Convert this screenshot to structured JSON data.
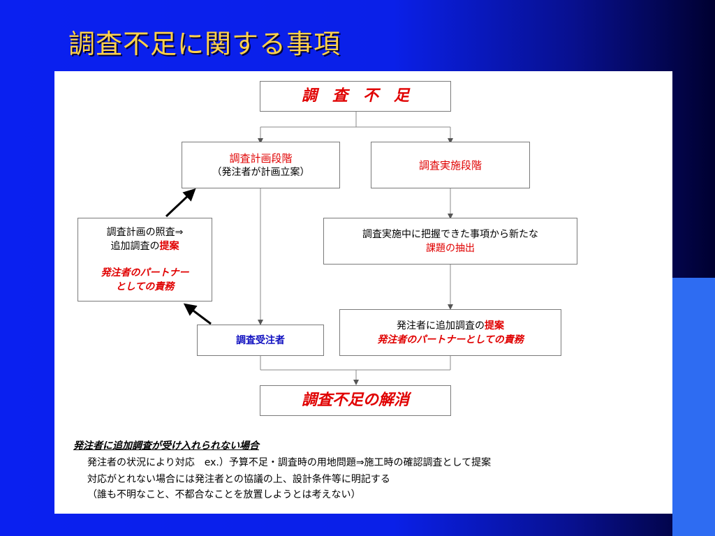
{
  "title": "調査不足に関する事項",
  "diagram": {
    "top": "調　査　不　足",
    "plan_stage": {
      "label": "調査計画段階",
      "sub": "（発注者が計画立案）"
    },
    "exec_stage": {
      "label": "調査実施段階"
    },
    "left_box": {
      "line1": "調査計画の照査⇒",
      "line2_prefix": "追加調査の",
      "line2_red": "提案",
      "line3": "発注者のパートナー",
      "line4": "としての責務"
    },
    "extract_box": {
      "line1": "調査実施中に把握できた事項から新たな",
      "line2": "課題の抽出"
    },
    "contractor": "調査受注者",
    "proposal_box": {
      "prefix": "発注者に追加調査の",
      "red": "提案",
      "line2": "発注者のパートナーとしての責務"
    },
    "resolve": "調査不足の解消"
  },
  "notes": {
    "heading": "発注者に追加調査が受け入れられない場合",
    "line1": "発注者の状況により対応　ex.）予算不足・調査時の用地問題⇒施工時の確認調査として提案",
    "line2": "対応がとれない場合には発注者との協議の上、設計条件等に明記する",
    "line3": "（誰も不明なこと、不都合なことを放置しようとは考えない）"
  },
  "colors": {
    "title": "#ffd24a",
    "accent_red": "#e00000",
    "accent_blue": "#1010c0"
  }
}
